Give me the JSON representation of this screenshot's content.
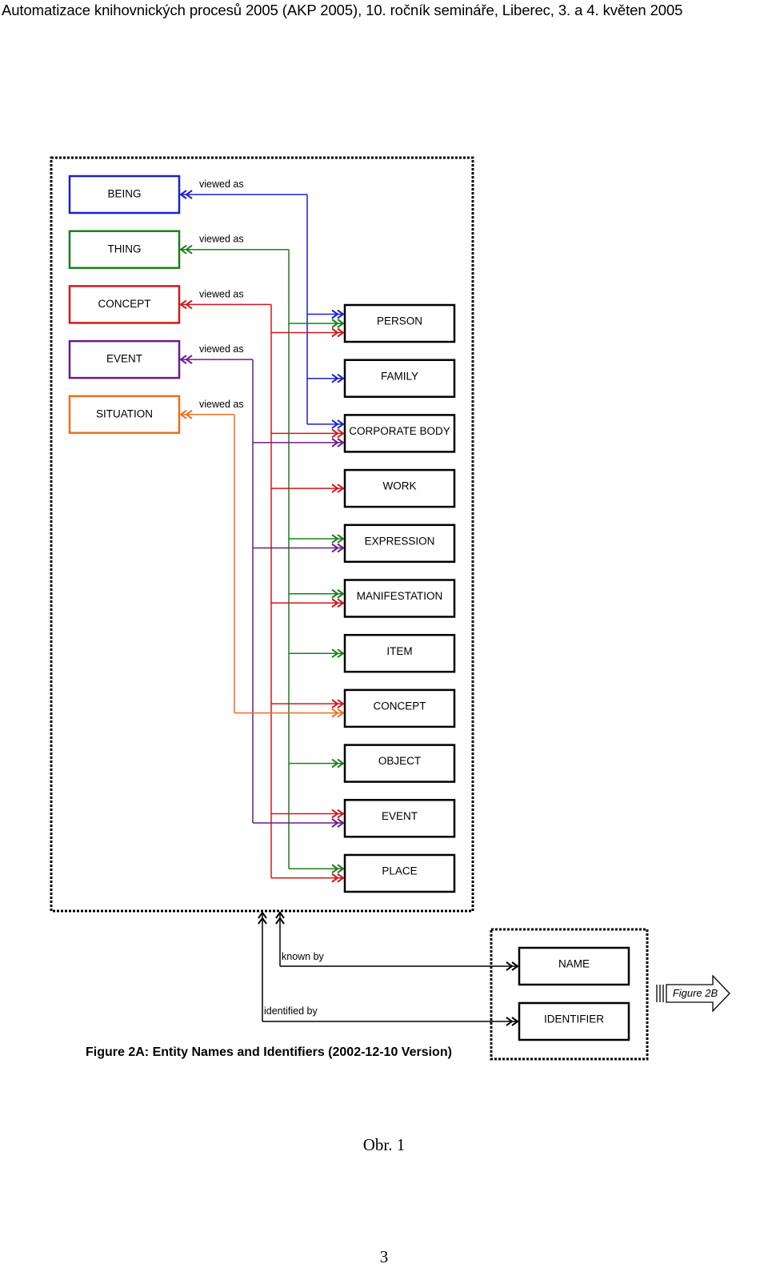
{
  "header": "Automatizace knihovnických procesů 2005 (AKP 2005), 10. ročník semináře, Liberec, 3. a 4. květen 2005",
  "colors": {
    "being": "#1d22c8",
    "thing": "#1f7d1f",
    "concept": "#d0191e",
    "event": "#6b1c86",
    "situation": "#ea7024",
    "black": "#000000"
  },
  "diagram": {
    "sources": [
      {
        "id": "being",
        "label": "BEING",
        "color": "being",
        "rel": "viewed as"
      },
      {
        "id": "thing",
        "label": "THING",
        "color": "thing",
        "rel": "viewed as"
      },
      {
        "id": "concept",
        "label": "CONCEPT",
        "color": "concept",
        "rel": "viewed as"
      },
      {
        "id": "event",
        "label": "EVENT",
        "color": "event",
        "rel": "viewed as"
      },
      {
        "id": "situation",
        "label": "SITUATION",
        "color": "situation",
        "rel": "viewed as"
      }
    ],
    "targets": [
      {
        "id": "person",
        "label": "PERSON"
      },
      {
        "id": "family",
        "label": "FAMILY"
      },
      {
        "id": "corporate-body",
        "label": "CORPORATE BODY"
      },
      {
        "id": "work",
        "label": "WORK"
      },
      {
        "id": "expression",
        "label": "EXPRESSION"
      },
      {
        "id": "manifestation",
        "label": "MANIFESTATION"
      },
      {
        "id": "item",
        "label": "ITEM"
      },
      {
        "id": "concept",
        "label": "CONCEPT"
      },
      {
        "id": "object",
        "label": "OBJECT"
      },
      {
        "id": "event",
        "label": "EVENT"
      },
      {
        "id": "place",
        "label": "PLACE"
      }
    ],
    "links": [
      {
        "from": "being",
        "to": "person"
      },
      {
        "from": "thing",
        "to": "person"
      },
      {
        "from": "concept",
        "to": "person"
      },
      {
        "from": "being",
        "to": "family"
      },
      {
        "from": "being",
        "to": "corporate-body"
      },
      {
        "from": "concept",
        "to": "corporate-body"
      },
      {
        "from": "event",
        "to": "corporate-body"
      },
      {
        "from": "concept",
        "to": "work"
      },
      {
        "from": "thing",
        "to": "expression"
      },
      {
        "from": "event",
        "to": "expression"
      },
      {
        "from": "thing",
        "to": "manifestation"
      },
      {
        "from": "concept",
        "to": "manifestation"
      },
      {
        "from": "thing",
        "to": "item"
      },
      {
        "from": "concept",
        "to": "concept"
      },
      {
        "from": "situation",
        "to": "concept"
      },
      {
        "from": "thing",
        "to": "object"
      },
      {
        "from": "concept",
        "to": "event"
      },
      {
        "from": "event",
        "to": "event"
      },
      {
        "from": "thing",
        "to": "place"
      },
      {
        "from": "concept",
        "to": "place"
      }
    ],
    "name_boxes": [
      {
        "id": "name",
        "label": "NAME",
        "rel": "known by"
      },
      {
        "id": "identifier",
        "label": "IDENTIFIER",
        "rel": "identified by"
      }
    ],
    "figure_ref": "Figure 2B",
    "caption": "Figure 2A: Entity Names and Identifiers (2002-12-10 Version)"
  },
  "footer": {
    "figure_label": "Obr. 1",
    "page_number": "3"
  }
}
